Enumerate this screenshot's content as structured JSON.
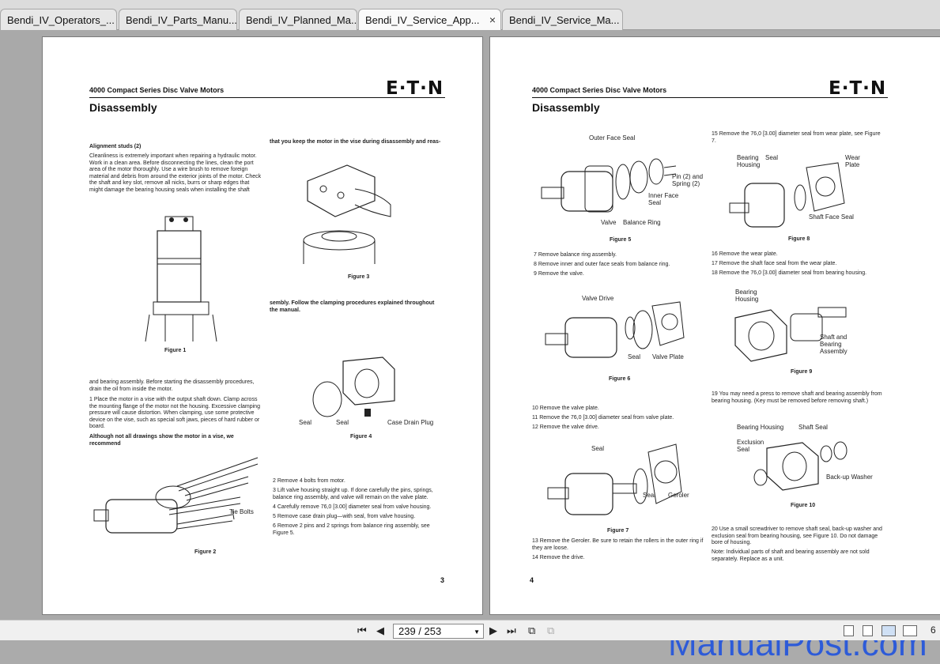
{
  "tabs": [
    {
      "label": "Bendi_IV_Operators_..."
    },
    {
      "label": "Bendi_IV_Parts_Manu..."
    },
    {
      "label": "Bendi_IV_Planned_Ma..."
    },
    {
      "label": "Bendi_IV_Service_App...",
      "active": true,
      "close": "×"
    },
    {
      "label": "Bendi_IV_Service_Ma..."
    }
  ],
  "left_page": {
    "header": "4000 Compact Series Disc Valve Motors",
    "logo": "E·T·N",
    "title": "Disassembly",
    "alignment_heading": "Alignment studs (2)",
    "alignment_body": "Cleanliness is extremely important when repairing a hydraulic motor. Work in a clean area. Before disconnecting the lines, clean the port area of the motor thoroughly. Use a wire brush to remove foreign material and debris from around the exterior joints of the motor. Check the shaft and key slot, remove all nicks, burrs or sharp edges that might damage the bearing housing seals when installing the shaft",
    "fig1_caption": "Figure 1",
    "col1_para2": "and bearing assembly. Before starting the disassembly procedures, drain the oil from inside the motor.",
    "step1": "1  Place the motor in a vise with the output shaft down. Clamp across the mounting flange of the motor not the housing. Excessive clamping pressure will cause distortion. When clamping, use some protective device on the vise, such as special soft jaws, pieces of hard rubber or board.",
    "vise_note": "Although not all drawings show the motor in a vise, we recommend",
    "fig2_caption": "Figure 2",
    "fig2_label_tie_bolts": "Tie Bolts",
    "col2_top": "that you keep the motor in the vise during disassembly and reas-",
    "fig3_caption": "Figure 3",
    "col2_mid": "sembly. Follow the clamping procedures explained throughout the manual.",
    "fig4_labels": {
      "seal1": "Seal",
      "seal2": "Seal",
      "plug": "Case Drain Plug"
    },
    "fig4_caption": "Figure 4",
    "steps": [
      "2  Remove 4 bolts from motor.",
      "3  Lift valve housing straight up. If done carefully the pins, springs, balance ring assembly, and valve will remain on the valve plate.",
      "4  Carefully remove 76,0 [3.00] diameter seal from valve housing.",
      "5  Remove case drain plug—with seal, from valve housing.",
      "6  Remove 2 pins and 2 springs from balance ring assembly, see Figure 5."
    ],
    "page_number": "3"
  },
  "right_page": {
    "header": "4000 Compact Series Disc Valve Motors",
    "logo": "E·T·N",
    "title": "Disassembly",
    "fig5_labels": {
      "outer": "Outer Face Seal",
      "pin": "Pin (2) and Spring (2)",
      "inner": "Inner Face Seal",
      "valve": "Valve",
      "balance": "Balance Ring"
    },
    "fig5_caption": "Figure 5",
    "steps_a": [
      "7  Remove balance ring assembly.",
      "8  Remove inner and outer face seals from balance ring.",
      "9  Remove the valve."
    ],
    "fig6_labels": {
      "drive": "Valve Drive",
      "seal": "Seal",
      "plate": "Valve Plate"
    },
    "fig6_caption": "Figure 6",
    "steps_b": [
      "10  Remove the valve plate.",
      "11  Remove the 76,0 [3.00] diameter seal from valve plate.",
      "12  Remove the valve drive."
    ],
    "fig7_labels": {
      "seal_top": "Seal",
      "seal": "Seal",
      "geroler": "Geroler"
    },
    "fig7_caption": "Figure 7",
    "steps_c": [
      "13  Remove the Geroler. Be sure to retain the rollers in the outer ring if they are loose.",
      "14  Remove the drive."
    ],
    "step15": "15  Remove the 76,0 [3.00] diameter seal from wear plate, see Figure 7.",
    "fig8_labels": {
      "bearing": "Bearing Housing",
      "seal": "Seal",
      "wear": "Wear Plate",
      "shaft_face": "Shaft Face Seal"
    },
    "fig8_caption": "Figure 8",
    "steps_d": [
      "16  Remove the wear plate.",
      "17  Remove the shaft face seal from the wear plate.",
      "18  Remove the 76,0 [3.00] diameter seal from bearing housing."
    ],
    "fig9_labels": {
      "bearing": "Bearing Housing",
      "shaft": "Shaft and Bearing Assembly"
    },
    "fig9_caption": "Figure 9",
    "step19": "19  You may need a press to remove shaft and bearing assembly from bearing housing. (Key must be removed before removing shaft.)",
    "fig10_labels": {
      "bearing": "Bearing Housing",
      "shaft_seal": "Shaft Seal",
      "exclusion": "Exclusion Seal",
      "backup": "Back-up Washer"
    },
    "fig10_caption": "Figure 10",
    "step20": "20  Use a small screwdriver to remove shaft seal, back-up washer and exclusion seal from bearing housing, see Figure 10. Do not damage bore of housing.",
    "note": "Note: Individual parts of shaft and bearing assembly are not sold separately. Replace as a unit.",
    "page_number": "4"
  },
  "toolbar": {
    "page_display": "239 / 253",
    "partial_zoom": "6"
  },
  "watermark": "ManualPost.com"
}
